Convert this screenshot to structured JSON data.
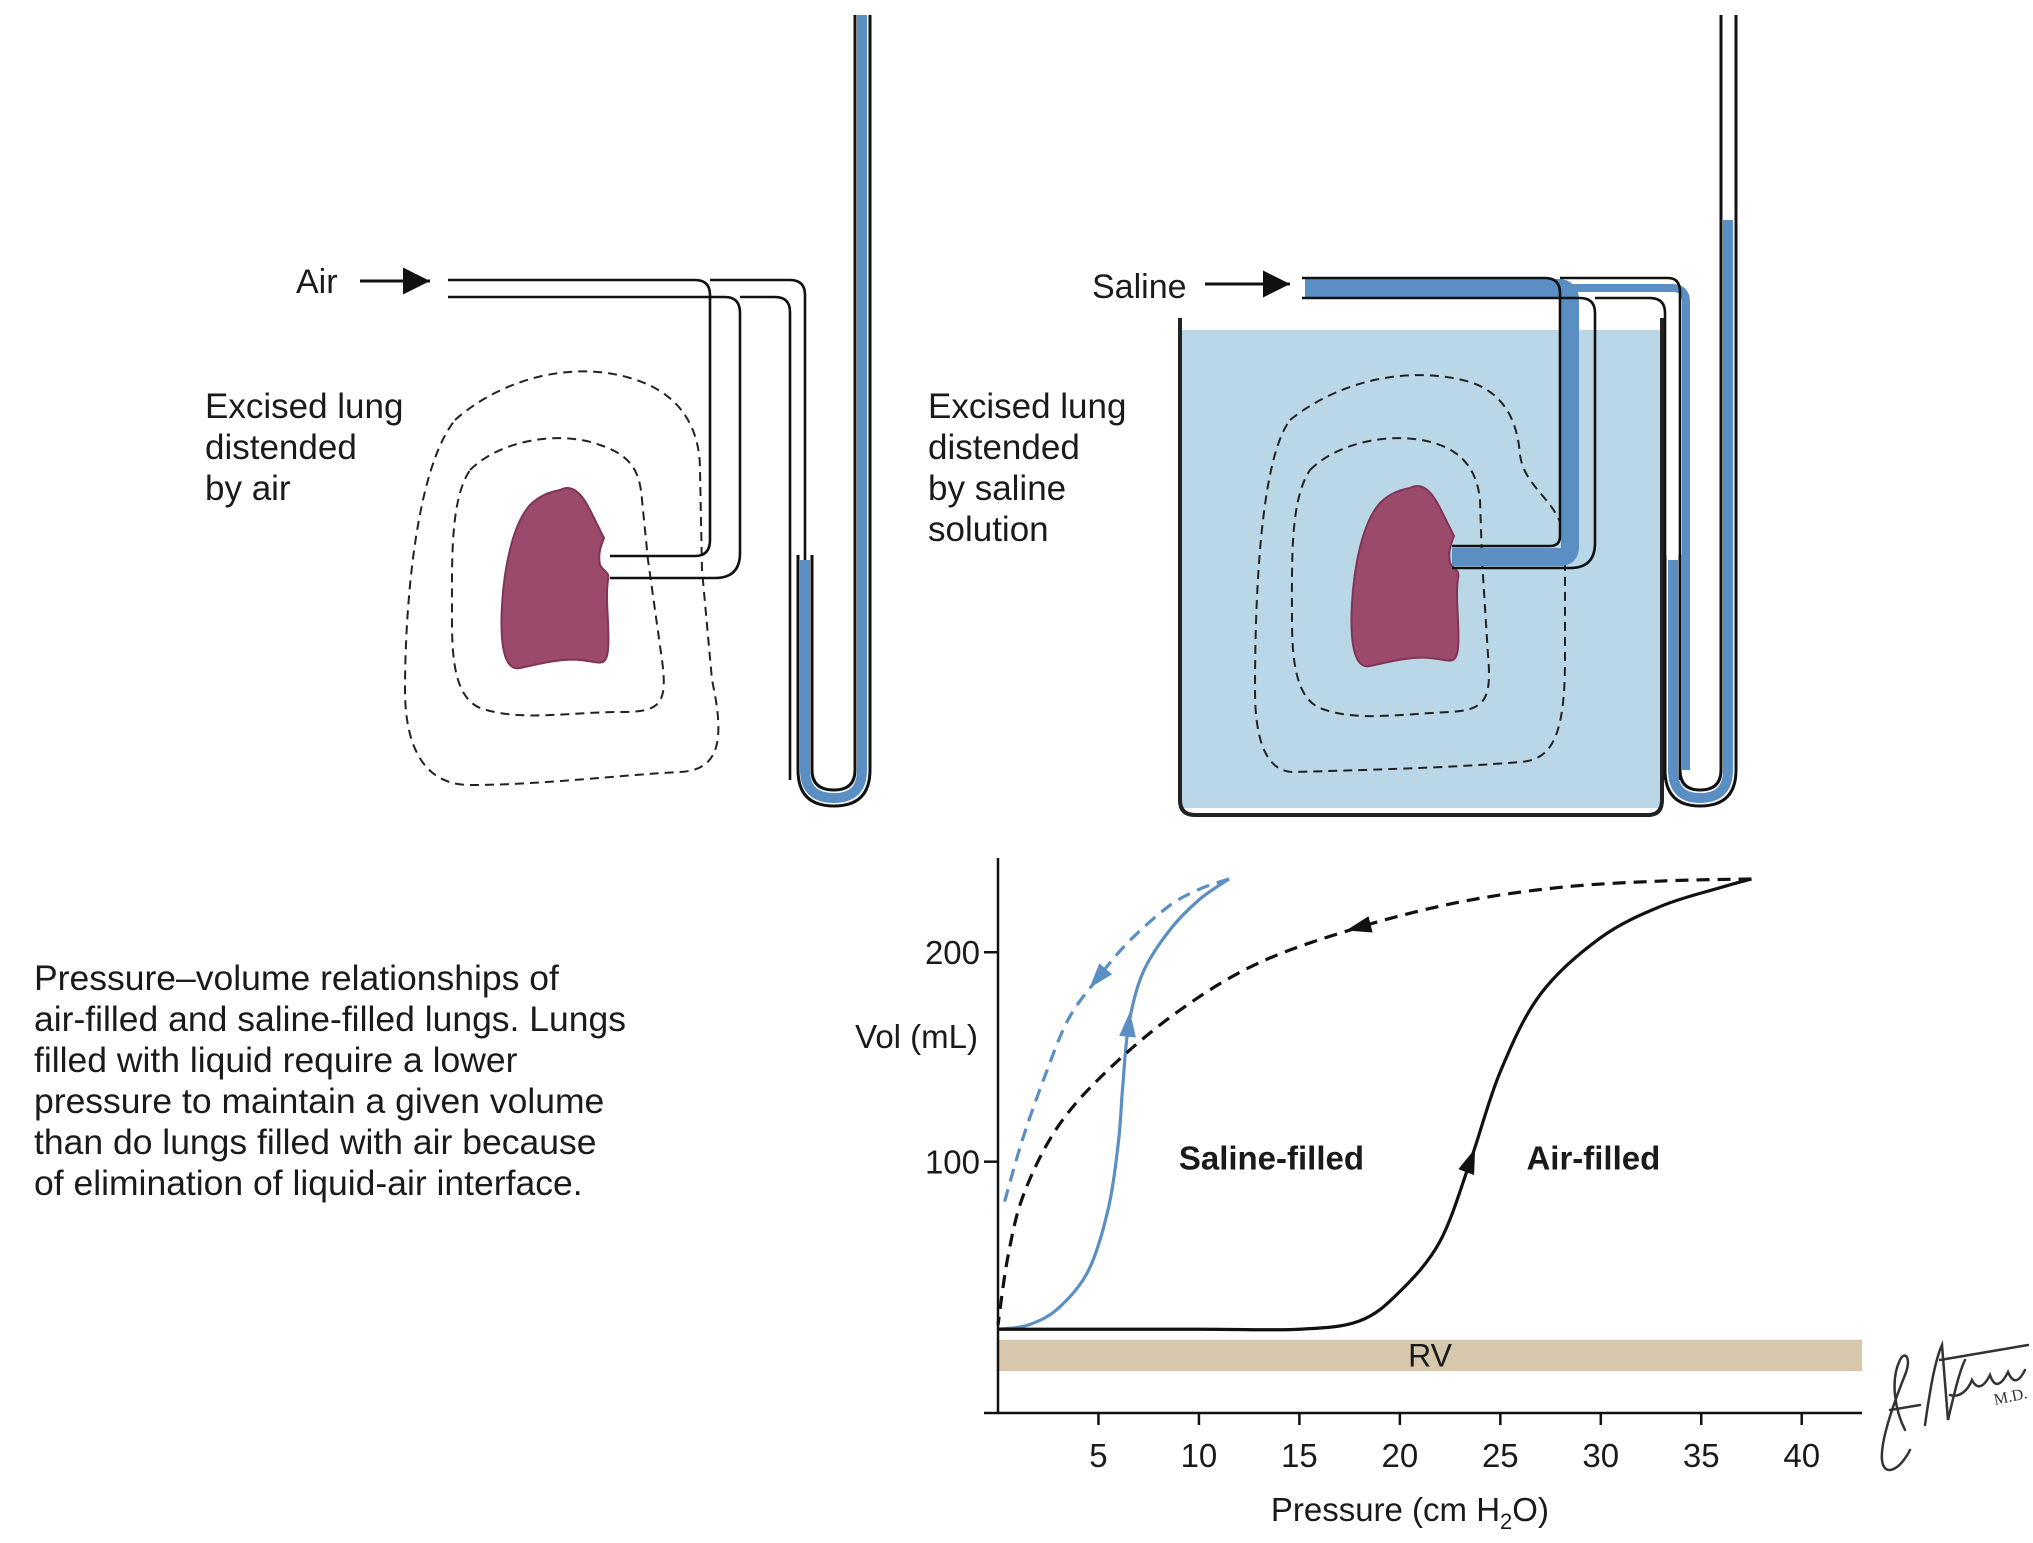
{
  "diagrams": {
    "air": {
      "inlet_label": "Air",
      "caption_lines": [
        "Excised lung",
        "distended",
        "by air"
      ]
    },
    "saline": {
      "inlet_label": "Saline",
      "caption_lines": [
        "Excised lung",
        "distended",
        "by saline",
        "solution"
      ]
    }
  },
  "caption_lines": [
    "Pressure–volume relationships of",
    "air-filled and saline-filled lungs. Lungs",
    "filled with liquid require a lower",
    "pressure to maintain a given volume",
    "than do lungs filled with air because",
    "of elimination of liquid-air interface."
  ],
  "signature": "F. Netter M.D.",
  "colors": {
    "saline_blue": "#5b8fc4",
    "saline_fill": "#b9d7e6",
    "lung": "#9b4a6b",
    "rv_band": "#d7c7ad",
    "air_curve": "#111111"
  },
  "chart_data": {
    "type": "line",
    "xlabel": "Pressure (cm H",
    "xlabel_sub": "2",
    "xlabel_end": "O)",
    "ylabel": "Vol (mL)",
    "xlim": [
      0,
      43
    ],
    "ylim": [
      -20,
      245
    ],
    "x_ticks": [
      5,
      10,
      15,
      20,
      25,
      30,
      35,
      40
    ],
    "x_tick_labels": [
      "5",
      "10",
      "15",
      "20",
      "25",
      "30",
      "35",
      "40"
    ],
    "y_ticks": [
      100,
      200
    ],
    "y_tick_labels": [
      "100",
      "200"
    ],
    "band": {
      "label": "RV",
      "y_from": 0,
      "y_to": 15
    },
    "series": [
      {
        "name": "Saline-filled",
        "color": "#5b8fc4",
        "inflation": [
          [
            0,
            20
          ],
          [
            1.5,
            22
          ],
          [
            3,
            30
          ],
          [
            4.5,
            48
          ],
          [
            5.5,
            78
          ],
          [
            6,
            110
          ],
          [
            6.2,
            135
          ],
          [
            6.5,
            165
          ],
          [
            7.2,
            190
          ],
          [
            8.5,
            210
          ],
          [
            10,
            225
          ],
          [
            11.5,
            235
          ]
        ],
        "deflation": [
          [
            11.5,
            235
          ],
          [
            10,
            230
          ],
          [
            8.5,
            222
          ],
          [
            6.5,
            205
          ],
          [
            5,
            188
          ],
          [
            3.5,
            168
          ],
          [
            2.3,
            140
          ],
          [
            1.2,
            110
          ],
          [
            0.3,
            80
          ]
        ]
      },
      {
        "name": "Air-filled",
        "color": "#111111",
        "inflation": [
          [
            0,
            20
          ],
          [
            10,
            20
          ],
          [
            15,
            20
          ],
          [
            18,
            24
          ],
          [
            20,
            38
          ],
          [
            22,
            62
          ],
          [
            23.5,
            100
          ],
          [
            25,
            143
          ],
          [
            27,
            180
          ],
          [
            30,
            207
          ],
          [
            33,
            222
          ],
          [
            36,
            231
          ],
          [
            37.5,
            235
          ]
        ],
        "deflation": [
          [
            37.5,
            235
          ],
          [
            33,
            234
          ],
          [
            28,
            231
          ],
          [
            23,
            224
          ],
          [
            18,
            212
          ],
          [
            13,
            195
          ],
          [
            9,
            172
          ],
          [
            5.5,
            144
          ],
          [
            3,
            117
          ],
          [
            1.3,
            85
          ],
          [
            0.5,
            55
          ],
          [
            0,
            22
          ]
        ]
      }
    ]
  }
}
